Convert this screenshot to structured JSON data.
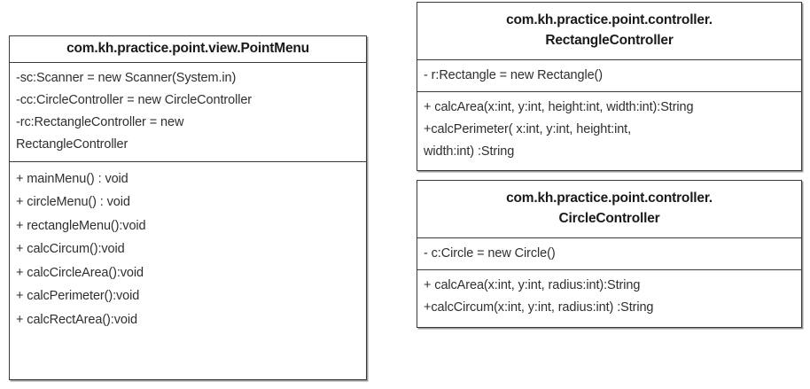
{
  "diagram": {
    "type": "uml-class-diagram",
    "background_color": "#ffffff",
    "border_color": "#3a3a3a",
    "text_color": "#2f2f2f",
    "title_color": "#1a1a1a"
  },
  "classes": [
    {
      "id": "pointmenu",
      "title_lines": [
        "com.kh.practice.point.view.PointMenu"
      ],
      "attributes": [
        "-sc:Scanner = new Scanner(System.in)",
        "-cc:CircleController = new CircleController",
        "-rc:RectangleController = new",
        "RectangleController"
      ],
      "methods": [
        "+ mainMenu() : void",
        "+ circleMenu() : void",
        "+ rectangleMenu():void",
        "+ calcCircum():void",
        "+ calcCircleArea():void",
        "+ calcPerimeter():void",
        "+ calcRectArea():void"
      ]
    },
    {
      "id": "rectanglecontroller",
      "title_lines": [
        "com.kh.practice.point.controller.",
        "RectangleController"
      ],
      "attributes": [
        "- r:Rectangle = new Rectangle()"
      ],
      "methods": [
        "+ calcArea(x:int, y:int, height:int, width:int):String",
        "+calcPerimeter( x:int, y:int, height:int,",
        "width:int) :String"
      ]
    },
    {
      "id": "circlecontroller",
      "title_lines": [
        "com.kh.practice.point.controller.",
        "CircleController"
      ],
      "attributes": [
        "- c:Circle = new Circle()"
      ],
      "methods": [
        "+ calcArea(x:int, y:int, radius:int):String",
        "+calcCircum(x:int, y:int, radius:int) :String"
      ]
    }
  ]
}
